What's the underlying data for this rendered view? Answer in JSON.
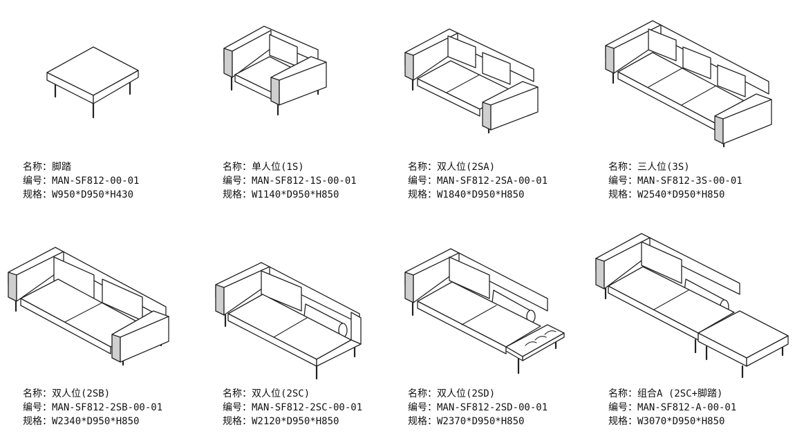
{
  "products": [
    {
      "name_line": "名称：脚踏",
      "code_line": "编号：MAN-SF812-00-01",
      "spec_line": "规格：W950*D950*H430"
    },
    {
      "name_line": "名称：单人位(1S)",
      "code_line": "编号：MAN-SF812-1S-00-01",
      "spec_line": "规格：W1140*D950*H850"
    },
    {
      "name_line": "名称：双人位(2SA)",
      "code_line": "编号：MAN-SF812-2SA-00-01",
      "spec_line": "规格：W1840*D950*H850"
    },
    {
      "name_line": "名称：三人位(3S)",
      "code_line": "编号：MAN-SF812-3S-00-01",
      "spec_line": "规格：W2540*D950*H850"
    },
    {
      "name_line": "名称：双人位(2SB)",
      "code_line": "编号：MAN-SF812-2SB-00-01",
      "spec_line": "规格：W2340*D950*H850"
    },
    {
      "name_line": "名称：双人位(2SC)",
      "code_line": "编号：MAN-SF812-2SC-00-01",
      "spec_line": "规格：W2120*D950*H850"
    },
    {
      "name_line": "名称：双人位(2SD)",
      "code_line": "编号：MAN-SF812-2SD-00-01",
      "spec_line": "规格：W2370*D950*H850"
    },
    {
      "name_line": "名称：组合A (2SC+脚踏)",
      "code_line": "编号：MAN-SF812-A-00-01",
      "spec_line": "规格：W3070*D950*H850"
    }
  ]
}
